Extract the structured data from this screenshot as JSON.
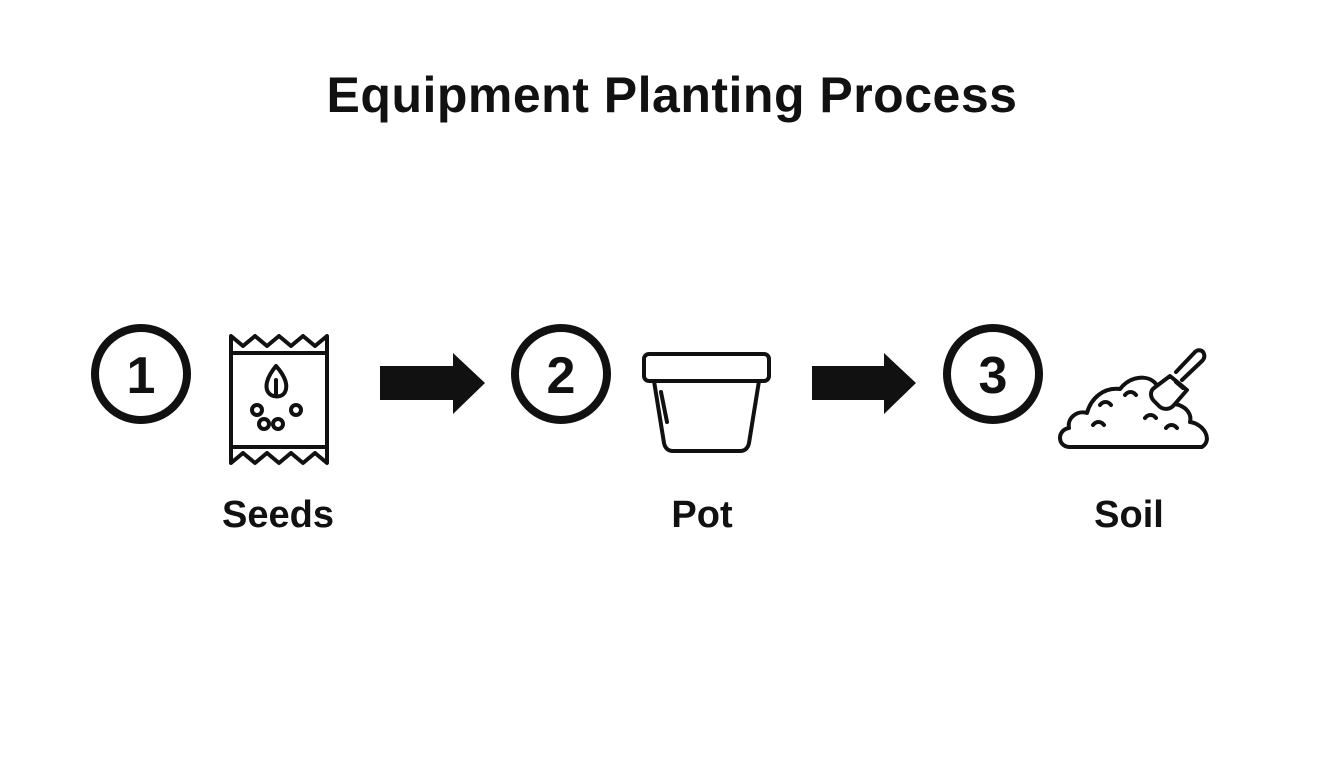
{
  "title": "Equipment Planting Process",
  "steps": [
    {
      "number": "1",
      "label": "Seeds",
      "icon": "seed-packet-icon"
    },
    {
      "number": "2",
      "label": "Pot",
      "icon": "flower-pot-icon"
    },
    {
      "number": "3",
      "label": "Soil",
      "icon": "soil-shovel-icon"
    }
  ],
  "colors": {
    "ink": "#111111",
    "background": "#ffffff"
  }
}
